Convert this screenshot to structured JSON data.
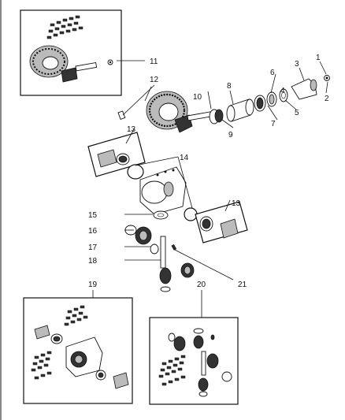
{
  "callouts": {
    "c1": "1",
    "c2": "2",
    "c3": "3",
    "c4": "4",
    "c5": "5",
    "c6": "6",
    "c7": "7",
    "c8": "8",
    "c9": "9",
    "c10": "10",
    "c11": "11",
    "c12": "12",
    "c13a": "13",
    "c13b": "13",
    "c14": "14",
    "c15": "15",
    "c16": "16",
    "c17": "17",
    "c18": "18",
    "c19": "19",
    "c20": "20",
    "c21": "21"
  }
}
